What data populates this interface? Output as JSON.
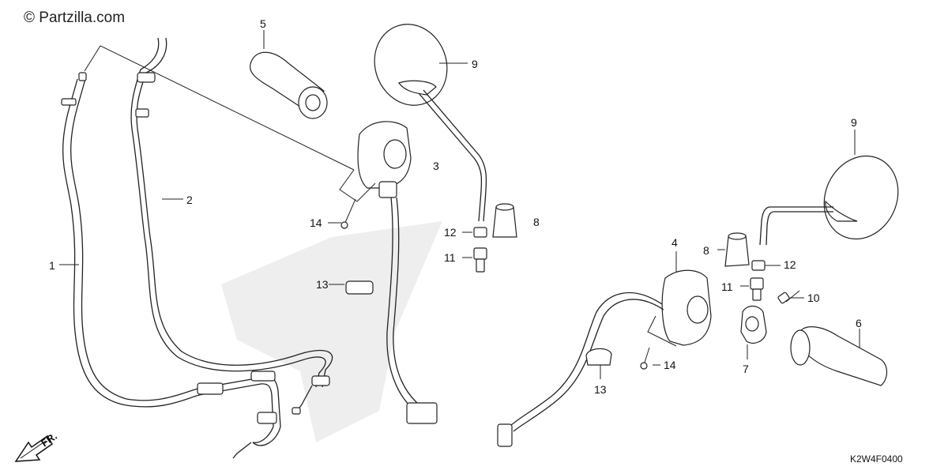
{
  "watermark": "© Partzilla.com",
  "diagram_code": "K2W4F0400",
  "direction_label": "FR.",
  "callouts": {
    "c1": "1",
    "c2": "2",
    "c3": "3",
    "c4": "4",
    "c5": "5",
    "c6": "6",
    "c7": "7",
    "c8a": "8",
    "c8b": "8",
    "c9a": "9",
    "c9b": "9",
    "c10": "10",
    "c11a": "11",
    "c11b": "11",
    "c12a": "12",
    "c12b": "12",
    "c13a": "13",
    "c13b": "13",
    "c14a": "14",
    "c14b": "14"
  },
  "colors": {
    "line": "#222222",
    "shade": "#cfcfcf",
    "background": "#ffffff"
  },
  "icons": [
    "front-direction-arrow-icon"
  ]
}
